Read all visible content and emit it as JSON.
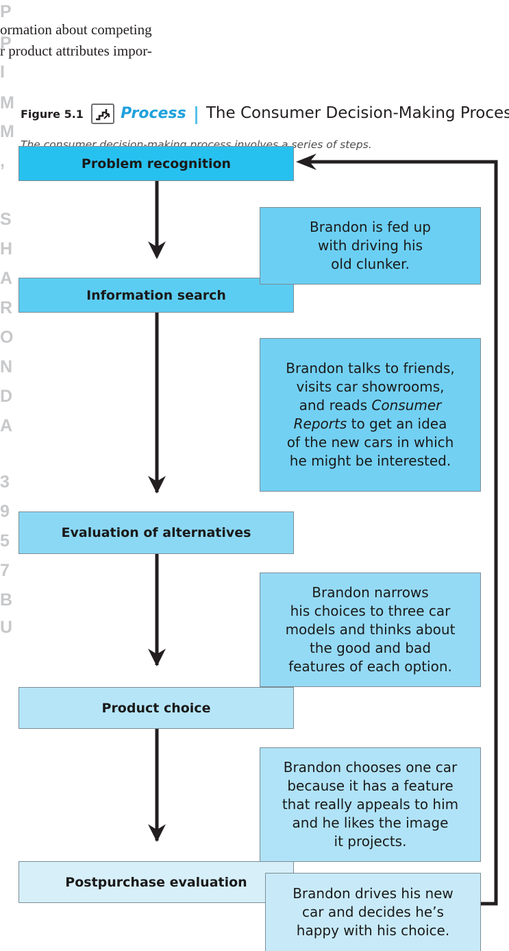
{
  "page": {
    "body_lines": [
      "ormation about competing",
      "r product attributes impor-"
    ]
  },
  "watermark": {
    "letters": [
      "P",
      "P",
      "I",
      "M",
      "M",
      ",",
      "S",
      "H",
      "A",
      "R",
      "O",
      "N",
      "D",
      "A",
      "3",
      "9",
      "5",
      "7",
      "B",
      "U"
    ]
  },
  "figure": {
    "label": "Figure 5.1",
    "icon": "process-stairs-icon",
    "type": "Process",
    "title": "The Consumer Decision-Making Process",
    "caption": "The consumer decision-making process involves a series of steps."
  },
  "steps": [
    {
      "label": "Problem recognition",
      "color": "#27c1ef"
    },
    {
      "label": "Information search",
      "color": "#5ccdf2"
    },
    {
      "label": "Evaluation of alternatives",
      "color": "#8bd8f5"
    },
    {
      "label": "Product choice",
      "color": "#b6e5f8"
    },
    {
      "label": "Postpurchase evaluation",
      "color": "#d7eff9"
    }
  ],
  "notes": [
    {
      "lines": [
        "Brandon is fed up",
        "with driving his",
        "old clunker."
      ],
      "color": "#6bcff3"
    },
    {
      "lines": [
        "Brandon talks to friends,",
        "visits car showrooms,",
        "and reads ",
        "Consumer",
        "Reports",
        " to get an idea",
        "of the new cars in which",
        "he might be interested."
      ],
      "color": "#72d0f3"
    },
    {
      "lines": [
        "Brandon narrows",
        "his choices to three car",
        "models and thinks about",
        "the good and bad",
        "features of each option."
      ],
      "color": "#95daf5"
    },
    {
      "lines": [
        "Brandon chooses one car",
        "because it has a feature",
        "that really appeals to him",
        "and he likes the image",
        "it projects."
      ],
      "color": "#b0e3f7"
    },
    {
      "lines": [
        "Brandon drives his new",
        "car and decides he’s",
        "happy with his choice."
      ],
      "color": "#c8eaf8"
    }
  ],
  "colors": {
    "arrow": "#231f20",
    "accent": "#1fa1dc"
  }
}
